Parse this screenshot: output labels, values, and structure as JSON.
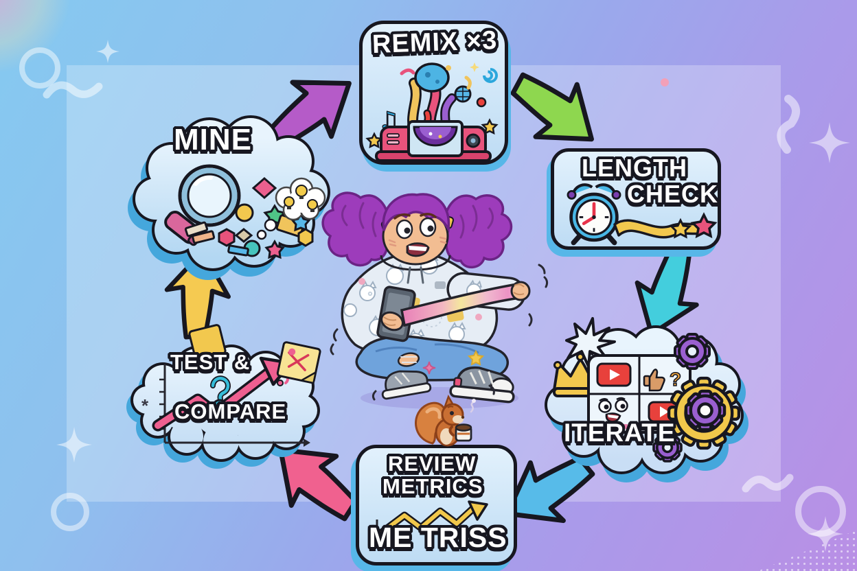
{
  "scene": {
    "description": "Cartoon cycle diagram: girl stretching a rainbow ribbon from her phone, squirrel with coffee, six workflow steps",
    "background": {
      "top_left": "#85c9f0",
      "middle": "#9aa9ec",
      "bottom_right": "#b98fe5",
      "panel_tint": "rgba(255,255,255,0.26)"
    }
  },
  "nodes": {
    "mine": {
      "label": "MINE",
      "shape": "thought-cloud"
    },
    "remix": {
      "label": "REMIX ×3",
      "shape": "rounded-square",
      "music_note": "♫"
    },
    "length_check": {
      "line1": "LENGTH",
      "line2": "CHECK",
      "shape": "rounded-rect"
    },
    "iterate": {
      "label": "ITERATE",
      "shape": "thought-cloud",
      "question_mark": "?"
    },
    "review_metrics": {
      "line1": "REVIEW",
      "line2": "METRICS",
      "line3": "ME TRISS",
      "shape": "rounded-rect"
    },
    "test_compare": {
      "line1": "TEST &",
      "line2": "COMPARE",
      "shape": "thought-cloud",
      "asterisk": "*"
    }
  },
  "arrows": {
    "mine_to_remix": {
      "from": "mine",
      "to": "remix",
      "color": "#b55bc8"
    },
    "remix_to_length": {
      "from": "remix",
      "to": "length_check",
      "color": "#8ed74f"
    },
    "length_to_iterate": {
      "from": "length_check",
      "to": "iterate",
      "color": "#43cedd"
    },
    "iterate_to_review": {
      "from": "iterate",
      "to": "review_metrics",
      "color": "#57bbe9"
    },
    "review_to_test": {
      "from": "review_metrics",
      "to": "test_compare",
      "color": "#f0618f"
    },
    "test_to_mine": {
      "from": "test_compare",
      "to": "mine",
      "color": "#f5ca51"
    }
  },
  "center": {
    "character": "girl-with-purple-pigtails-stretching-rainbow-ribbon-from-phone",
    "pet": "squirrel-with-coffee-cup"
  }
}
